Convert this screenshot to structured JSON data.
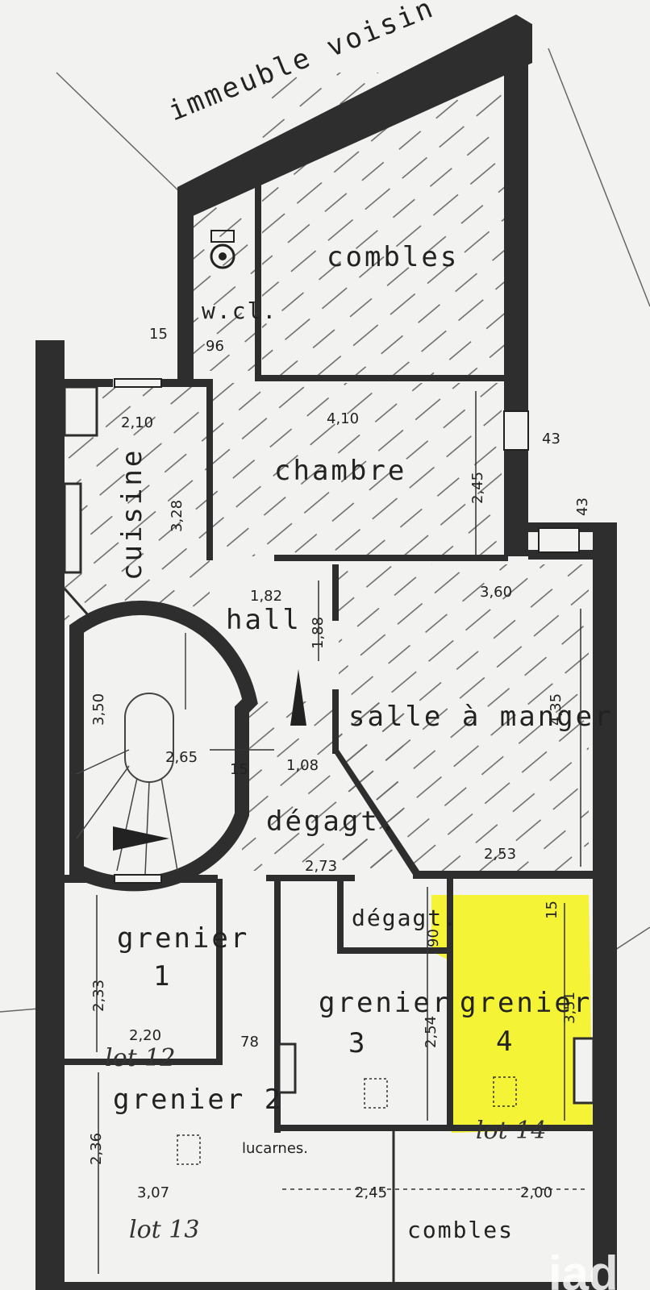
{
  "header_label": "immeuble voisin",
  "rooms": {
    "combles_top": "combles",
    "wc": "w.cl.",
    "chambre": "chambre",
    "cuisine": "cuisine",
    "hall": "hall",
    "salle_a_manger": "salle à manger",
    "degagement_1": "dégagt.",
    "degagement_2": "dégagt.",
    "grenier_1_a": "grenier",
    "grenier_1_b": "1",
    "grenier_2": "grenier 2",
    "grenier_3_a": "grenier",
    "grenier_3_b": "3",
    "grenier_4_a": "grenier",
    "grenier_4_b": "4",
    "luarnes": "lucarnes.",
    "combles_bottom": "combles"
  },
  "dimensions": {
    "d_15_top": "15",
    "d_96": "96",
    "d_210": "2,10",
    "d_410": "4,10",
    "d_43_a": "43",
    "d_43_b": "43",
    "d_245_v": "2,45",
    "d_328": "3,28",
    "d_182": "1,82",
    "d_188": "1,88",
    "d_360": "3,60",
    "d_350": "3,50",
    "d_265": "2,65",
    "d_15_mid": "15",
    "d_108": "1,08",
    "d_435": "4,35",
    "d_273": "2,73",
    "d_253": "2,53",
    "d_90": "90",
    "d_15_right": "15",
    "d_233": "2,33",
    "d_220": "2,20",
    "d_78": "78",
    "d_254": "2,54",
    "d_351": "3,51",
    "d_236": "2,36",
    "d_307": "3,07",
    "d_245_h": "2,45",
    "d_200": "2,00"
  },
  "lots": {
    "lot_12": "lot 12",
    "lot_13": "lot 13",
    "lot_14": "lot 14"
  },
  "highlight_color": "#f3f22a",
  "watermark": "iad"
}
